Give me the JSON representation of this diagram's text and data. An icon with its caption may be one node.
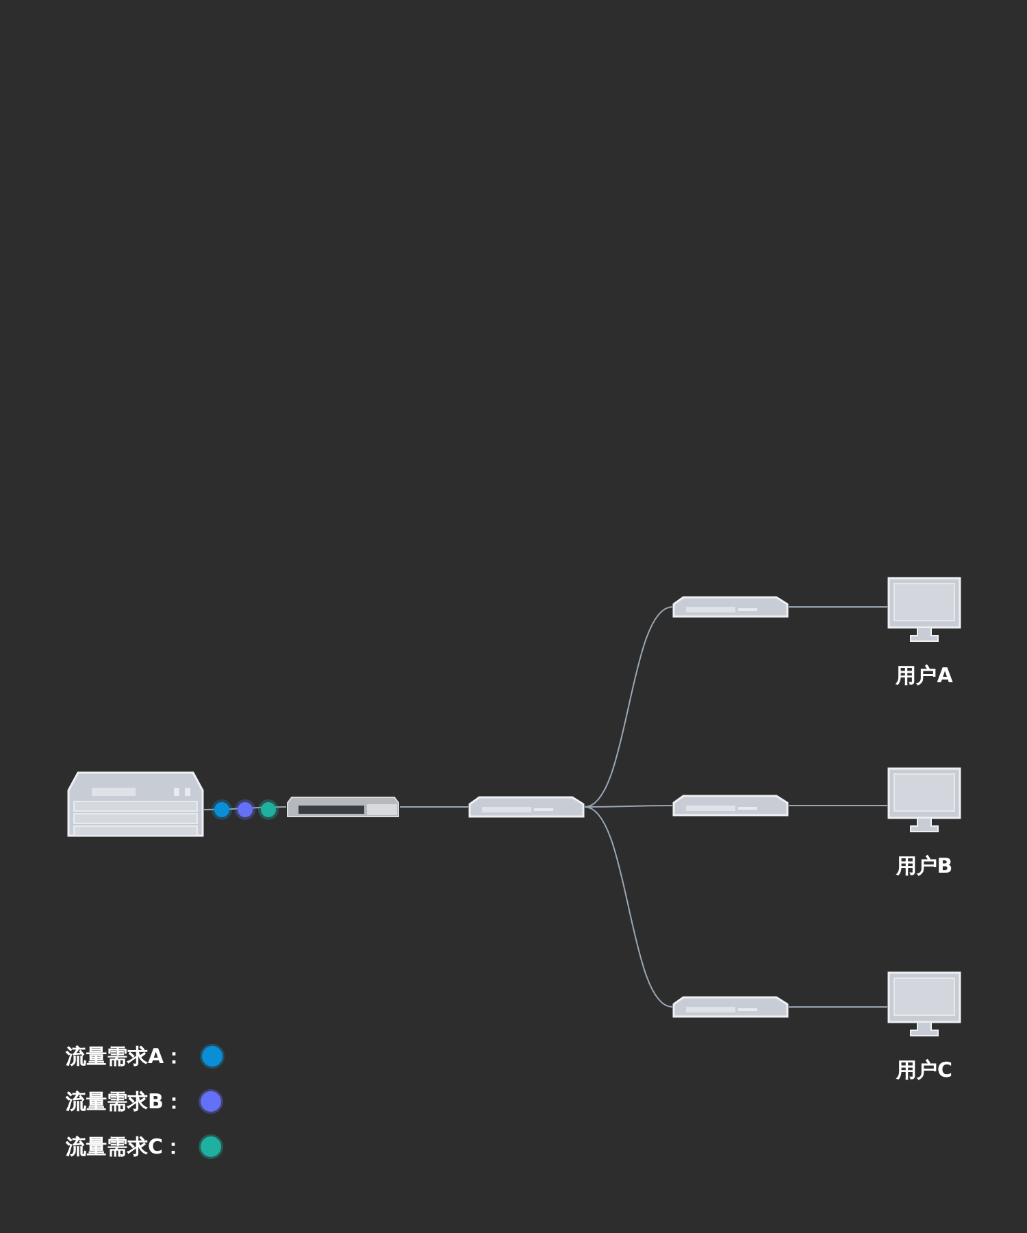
{
  "diagram": {
    "nodes": [
      {
        "text": [],
        "shape": "picture"
      },
      {
        "text": [],
        "shape": "picture"
      },
      {
        "text": [],
        "shape": "picture"
      },
      {
        "text": [],
        "shape": "picture"
      },
      {
        "text": [],
        "shape": "picture"
      },
      {
        "text": [],
        "shape": "picture"
      },
      {
        "text": [
          "用户A"
        ]
      },
      {
        "text": [
          "用户B"
        ]
      },
      {
        "text": [
          "用户C"
        ]
      }
    ],
    "edges": [
      {
        "from": 0,
        "to": 1,
        "arrow": "none"
      },
      {
        "from": 1,
        "to": 2,
        "arrow": "none"
      },
      {
        "from": 2,
        "to": 3,
        "arrow": "none"
      },
      {
        "from": 2,
        "to": 4,
        "arrow": "none"
      },
      {
        "from": 2,
        "to": 5,
        "arrow": "none"
      },
      {
        "from": 3,
        "to": 6,
        "arrow": "none"
      },
      {
        "from": 4,
        "to": 7,
        "arrow": "none"
      },
      {
        "from": 5,
        "to": 8,
        "arrow": "none"
      }
    ],
    "legend": [
      {
        "text": "流量需求A：",
        "color": "#0a8fd6"
      },
      {
        "text": "流量需求B：",
        "color": "#6470f5"
      },
      {
        "text": "流量需求C：",
        "color": "#20b0a0"
      }
    ]
  }
}
